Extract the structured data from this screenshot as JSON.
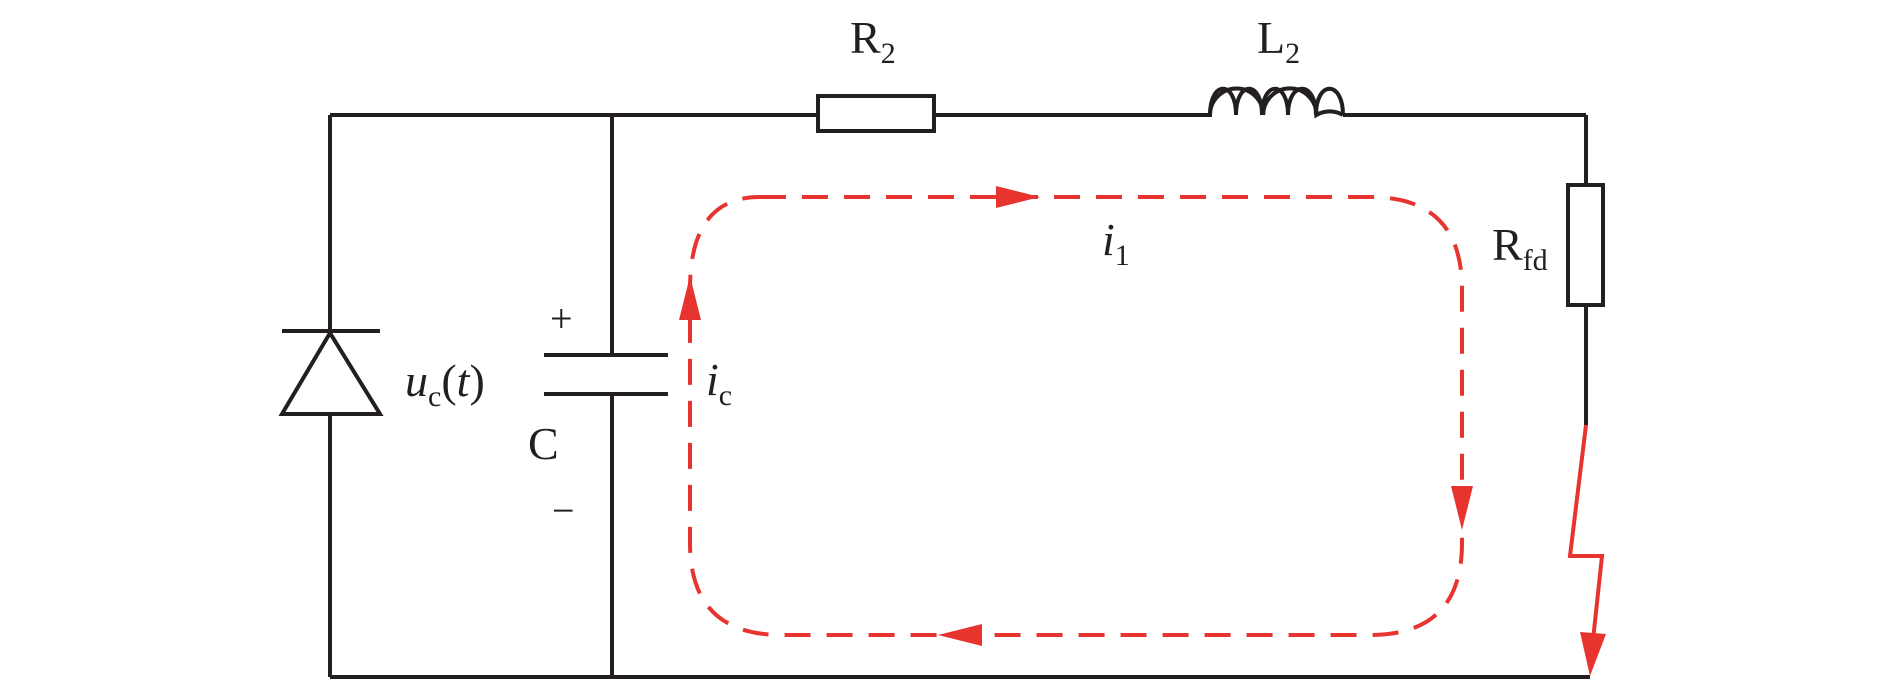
{
  "labels": {
    "r2_main": "R",
    "r2_sub": "2",
    "l2_main": "L",
    "l2_sub": "2",
    "rfd_main": "R",
    "rfd_sub": "fd",
    "uc_main": "u",
    "uc_sub": "c",
    "uc_paren_open": "(",
    "uc_var": "t",
    "uc_paren_close": ")",
    "cap_name": "C",
    "plus_sign": "+",
    "minus_sign": "−",
    "i1_main": "i",
    "i1_sub": "1",
    "ic_main": "i",
    "ic_sub": "c"
  },
  "colors": {
    "wire": "#231f20",
    "current_loop": "#e8342e"
  }
}
